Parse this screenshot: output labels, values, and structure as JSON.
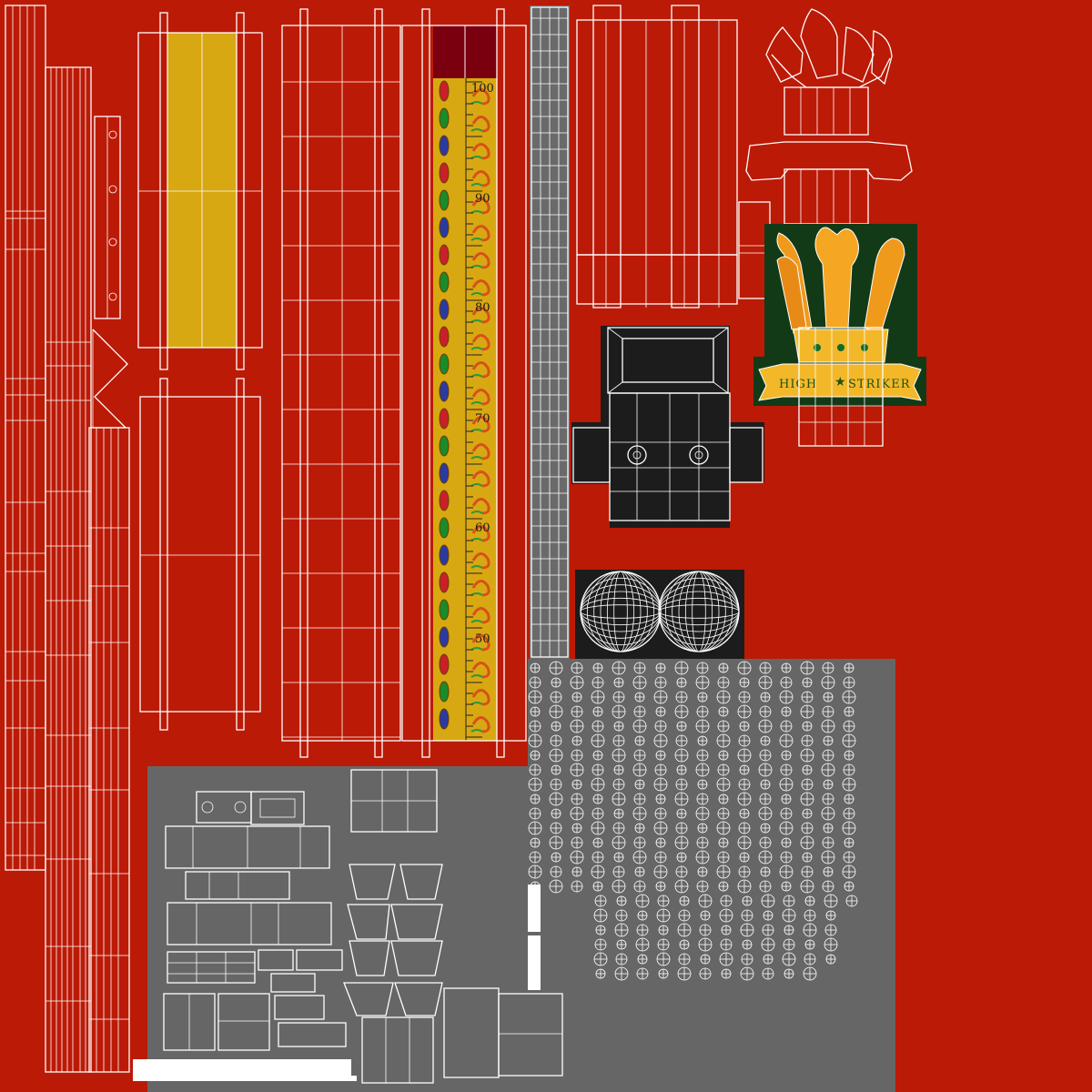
{
  "texture": {
    "colors": {
      "background": "#bb1a06",
      "wireframe": "#ffffff",
      "gray_panel": "#666666",
      "strip_yellow": "#d8a812",
      "strip_top": "#7a0010",
      "sign_green": "#133a17",
      "dark_panel": "#1c1c1c",
      "plume_orange": "#f09a1c"
    },
    "scale": {
      "labels": [
        "100",
        "90",
        "80",
        "70",
        "60",
        "50"
      ]
    },
    "sign": {
      "word_left": "HIGH",
      "word_right": "STRIKER"
    }
  }
}
